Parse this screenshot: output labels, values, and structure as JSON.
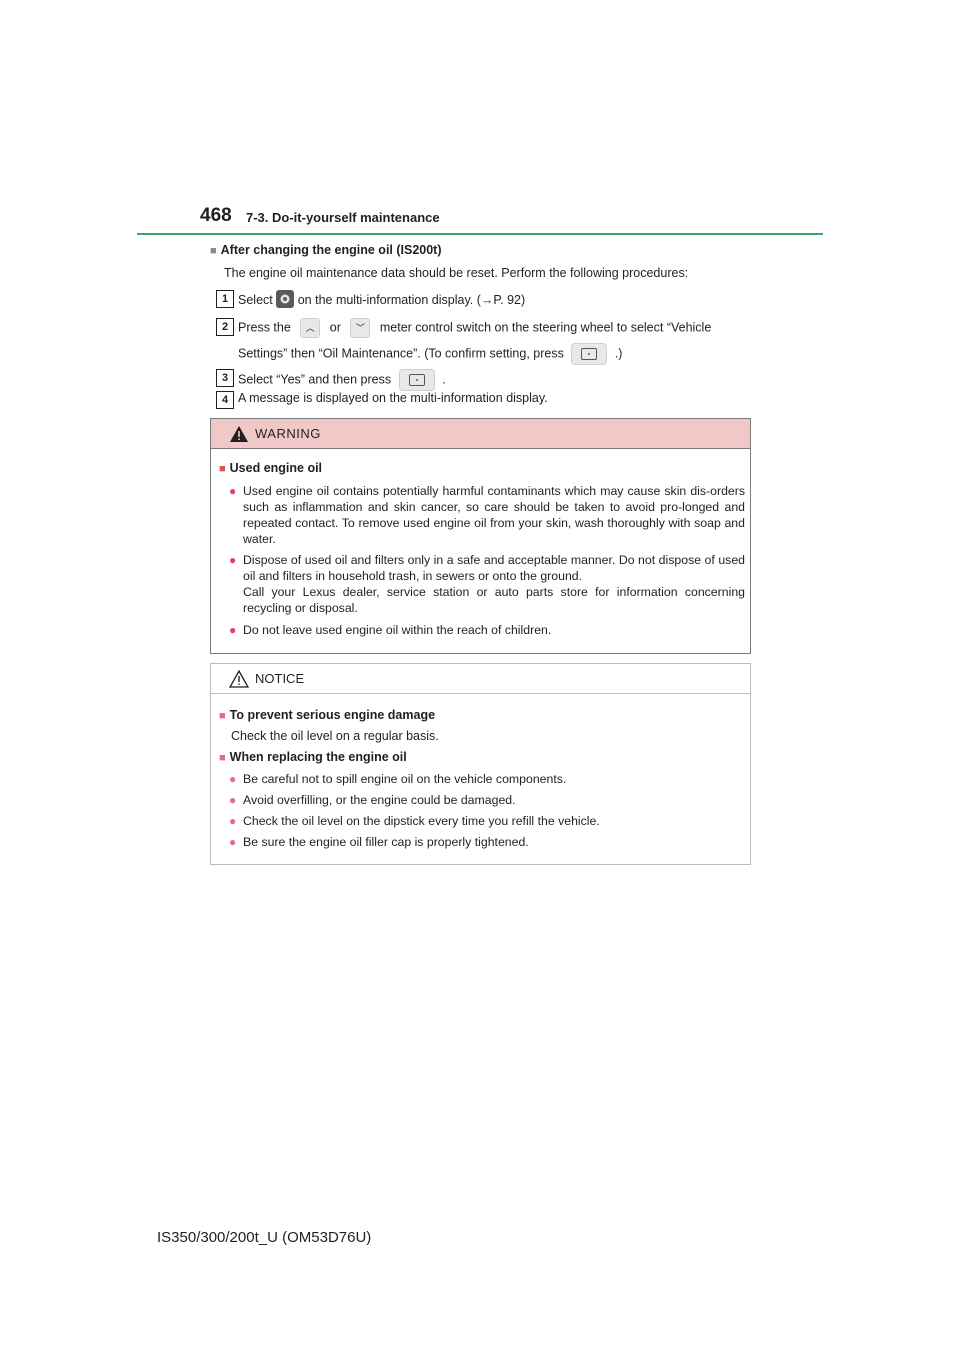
{
  "header": {
    "page_number": "468",
    "section": "7-3. Do-it-yourself maintenance"
  },
  "content": {
    "subheading": "After changing the engine oil (IS200t)",
    "intro": "The engine oil maintenance data should be reset. Perform the following procedures:",
    "steps": [
      {
        "num": "1",
        "pre": "Select",
        "post": "on the multi-information display. (→P. 92)"
      },
      {
        "num": "2",
        "pre": "Press the",
        "mid": "or",
        "post": "meter control switch on the steering wheel to select “Vehicle",
        "line2_pre": "Settings” then “Oil Maintenance”. (To confirm setting, press",
        "line2_post": ".)"
      },
      {
        "num": "3",
        "pre": "Select “Yes” and then press",
        "post": "."
      },
      {
        "num": "4",
        "text": "A message is displayed on the multi-information display."
      }
    ]
  },
  "warning": {
    "title": "WARNING",
    "subheading": "Used engine oil",
    "bullets": [
      "Used engine oil contains potentially harmful contaminants which may cause skin dis-orders such as inflammation and skin cancer, so care should be taken to avoid pro-longed and repeated contact. To remove used engine oil from your skin, wash thoroughly with soap and water.",
      "Dispose of used oil and filters only in a safe and acceptable manner. Do not dispose of used oil and filters in household trash, in sewers or onto the ground.",
      "Call your Lexus dealer, service station or auto parts store for information concerning recycling or disposal.",
      "Do not leave used engine oil within the reach of children."
    ]
  },
  "notice": {
    "title": "NOTICE",
    "sub1": "To prevent serious engine damage",
    "sub1_text": "Check the oil level on a regular basis.",
    "sub2": "When replacing the engine oil",
    "bullets": [
      "Be careful not to spill engine oil on the vehicle components.",
      "Avoid overfilling, or the engine could be damaged.",
      "Check the oil level on the dipstick every time you refill the vehicle.",
      "Be sure the engine oil filler cap is properly tightened."
    ]
  },
  "footer": "IS350/300/200t_U (OM53D76U)",
  "icons": [
    "settings-gear-icon",
    "up-arrow-icon",
    "down-arrow-icon",
    "enter-button-icon",
    "warning-triangle-icon"
  ],
  "colors": {
    "accent_green": "#3aa66b",
    "warning_bg": "#f0c8c8",
    "bullet_pink": "#e0436a"
  }
}
